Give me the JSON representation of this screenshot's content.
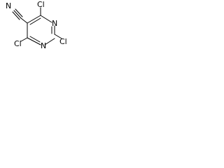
{
  "molecule": {
    "atoms": {
      "nitrile_n": "N",
      "cl_top": "Cl",
      "cl_right": "Cl",
      "cl_left": "Cl",
      "ring_n_top": "N",
      "ring_n_bottom": "N"
    },
    "colors": {
      "bond": "#000000",
      "text": "#000000",
      "background": "#ffffff"
    }
  }
}
